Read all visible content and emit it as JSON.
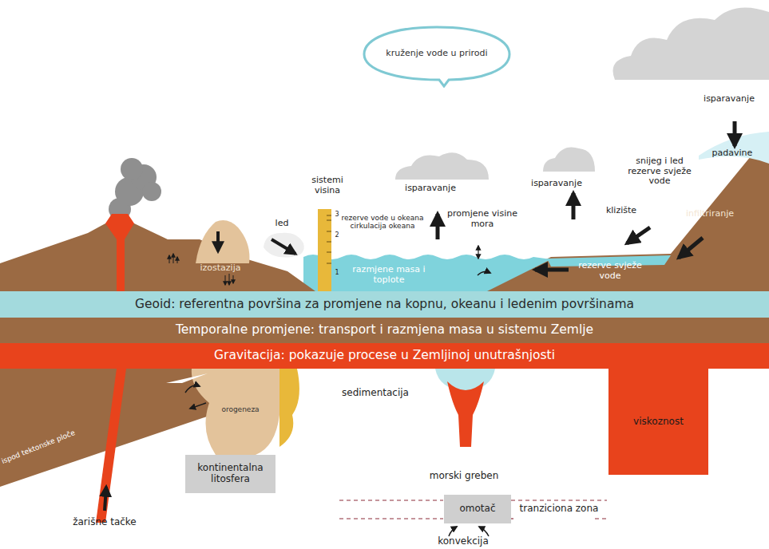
{
  "diagram": {
    "nodes": [
      {
        "text": [
          "kruženje vode u prirodi"
        ]
      },
      {
        "text": [
          "Geoid: referentna površina za promjene na kopnu, okeanu i ledenim površinama"
        ]
      },
      {
        "text": [
          "Temporalne promjene: transport i razmjena masa u sistemu Zemlje"
        ]
      },
      {
        "text": [
          "Gravitacija: pokazuje procese u Zemljinoj unutrašnjosti"
        ]
      },
      {
        "text": [
          "kontinentalna litosfera"
        ]
      },
      {
        "text": [
          "omotač"
        ]
      },
      {
        "text": [
          "viskoznost"
        ]
      }
    ],
    "labels": [
      "sistemi visina",
      "3",
      "2",
      "1",
      "led",
      "izostazija",
      "isparavanje",
      "rezerve vode u okeana cirkulacija okeana",
      "razmjene masa i toplote",
      "isparavanje",
      "promjene visine mora",
      "isparavanje",
      "padavine",
      "snijeg i led rezerve svježe vode",
      "klizište",
      "infiltriranje",
      "rezerve svježe vode",
      "orogeneza",
      "ispod tektonske ploče",
      "sedimentacija",
      "morski greben",
      "tranziciona zona",
      "žarišne tačke",
      "konvekcija"
    ]
  }
}
